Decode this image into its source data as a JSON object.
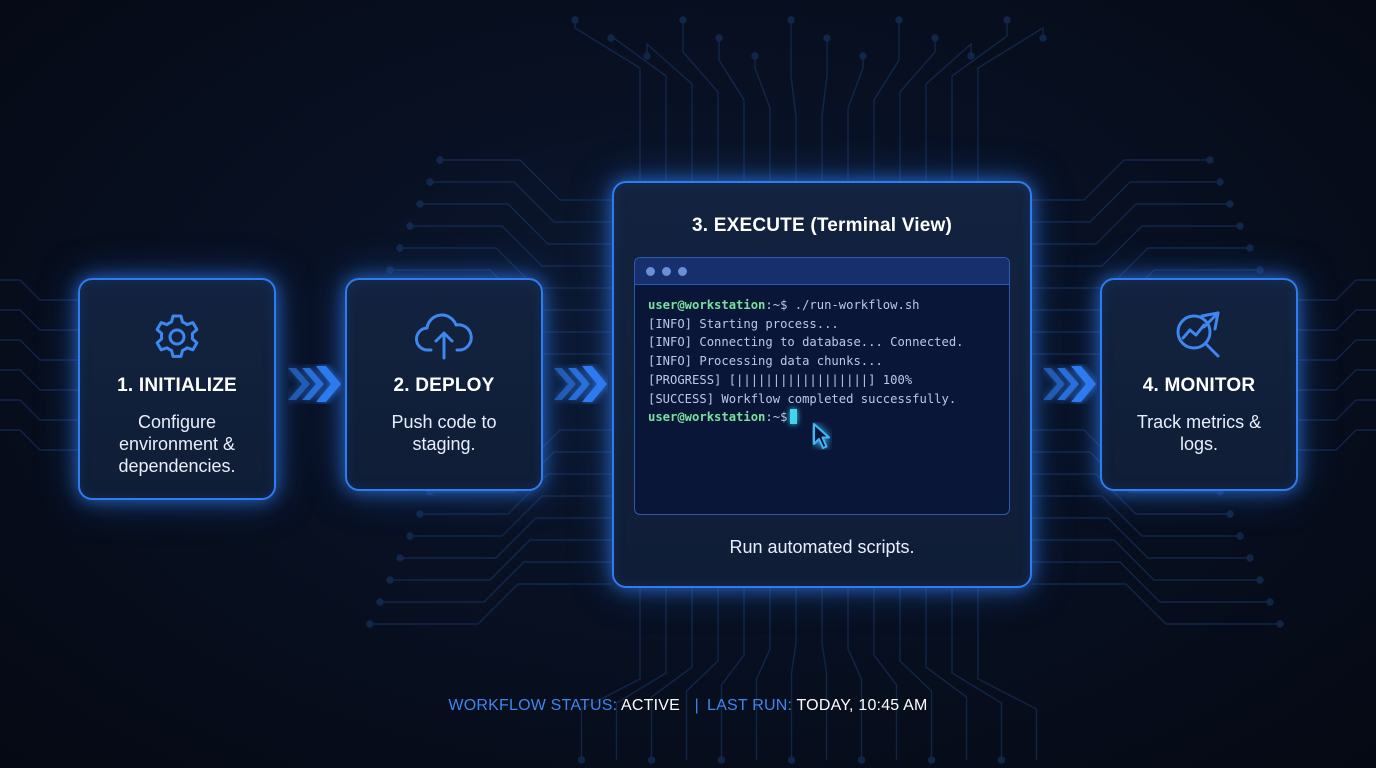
{
  "colors": {
    "background": "#060b16",
    "accent": "#2f7cf0",
    "status_label": "#3e86f0",
    "prompt_user": "#79e0a0",
    "cursor": "#3fd4f0"
  },
  "steps": [
    {
      "title": "1. INITIALIZE",
      "description": "Configure environment & dependencies.",
      "icon": "gear-icon"
    },
    {
      "title": "2. DEPLOY",
      "description": "Push code to staging.",
      "icon": "cloud-upload-icon"
    },
    {
      "title": "3. EXECUTE (Terminal View)",
      "description": "Run automated scripts.",
      "icon": "terminal-window"
    },
    {
      "title": "4. MONITOR",
      "description": "Track metrics & logs.",
      "icon": "analytics-magnifier-icon"
    }
  ],
  "terminal": {
    "prompt_user": "user@workstation",
    "prompt_suffix": ":~$",
    "command": " ./run-workflow.sh",
    "lines": [
      "[INFO] Starting process...",
      "[INFO] Connecting to database... Connected.",
      "[INFO] Processing data chunks...",
      "[PROGRESS] [||||||||||||||||||] 100%",
      "[SUCCESS] Workflow completed successfully."
    ]
  },
  "status_bar": {
    "status_label": "WORKFLOW STATUS:",
    "status_value": "ACTIVE",
    "separator": "|",
    "last_run_label": "LAST RUN:",
    "last_run_value": "TODAY, 10:45 AM"
  }
}
